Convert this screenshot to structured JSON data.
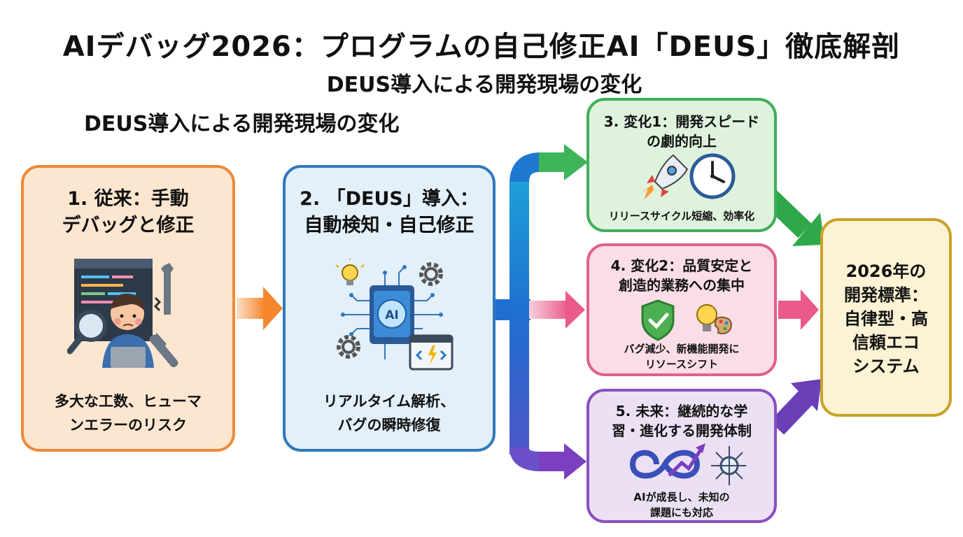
{
  "title": "AIデバッグ2026：プログラムの自己修正AI「DEUS」徹底解剖",
  "subtitle": "DEUS導入による開発現場の変化",
  "section_heading": "DEUS導入による開発現場の変化",
  "boxes": {
    "traditional": {
      "title_1": "1. 従来：手動",
      "title_2": "デバッグと修正",
      "desc_1": "多大な工数、ヒューマ",
      "desc_2": "ンエラーのリスク"
    },
    "deus": {
      "title_1": "2. 「DEUS」導入：",
      "title_2": "自動検知・自己修正",
      "chip_label": "AI",
      "desc_1": "リアルタイム解析、",
      "desc_2": "バグの瞬時修復"
    },
    "change1": {
      "title_1": "3. 変化1：開発スピード",
      "title_2": "の劇的向上",
      "desc": "リリースサイクル短縮、効率化"
    },
    "change2": {
      "title_1": "4. 変化2：品質安定と",
      "title_2": "創造的業務への集中",
      "desc_1": "バグ減少、新機能開発に",
      "desc_2": "リソースシフト"
    },
    "future": {
      "title_1": "5. 未来：継続的な学",
      "title_2": "習・進化する開発体制",
      "desc_1": "AIが成長し、未知の",
      "desc_2": "課題にも対応"
    },
    "standard": {
      "line_1": "2026年の",
      "line_2": "開発標準：",
      "line_3": "自律型・高",
      "line_4": "信頼エコ",
      "line_5": "システム"
    }
  },
  "icons": [
    "programmer-with-magnifier-icon",
    "wrench-icon",
    "lightbulb-icon",
    "gear-icon",
    "ai-chip-icon",
    "code-window-icon",
    "rocket-icon",
    "clock-icon",
    "shield-check-icon",
    "lightbulb-palette-icon",
    "infinity-growth-icon",
    "network-globe-icon"
  ],
  "colors": {
    "orange": "#ee8a3a",
    "blue": "#2f78bd",
    "green": "#3fae5a",
    "pink": "#e0608e",
    "purple": "#8a4fc0",
    "gold": "#c9a227"
  }
}
